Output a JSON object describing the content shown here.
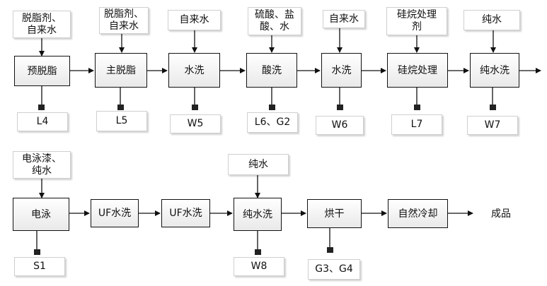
{
  "row1": {
    "inputs": [
      "脱脂剂、\n自来水",
      "脱脂剂、\n自来水",
      "自来水",
      "硫酸、盐\n酸、水",
      "自来水",
      "硅烷处理\n剂",
      "纯水"
    ],
    "steps": [
      "预脱脂",
      "主脱脂",
      "水洗",
      "酸洗",
      "水洗",
      "硅烷处理",
      "纯水洗"
    ],
    "outputs": [
      "L4",
      "L5",
      "W5",
      "L6、G2",
      "W6",
      "L7",
      "W7"
    ]
  },
  "row2": {
    "inputs": [
      "电泳漆、\n纯水",
      "纯水"
    ],
    "steps": [
      "电泳",
      "UF水洗",
      "UF水洗",
      "纯水洗",
      "烘干",
      "自然冷却"
    ],
    "product": "成品",
    "outputs": [
      "S1",
      "W8",
      "G3、G4"
    ]
  }
}
